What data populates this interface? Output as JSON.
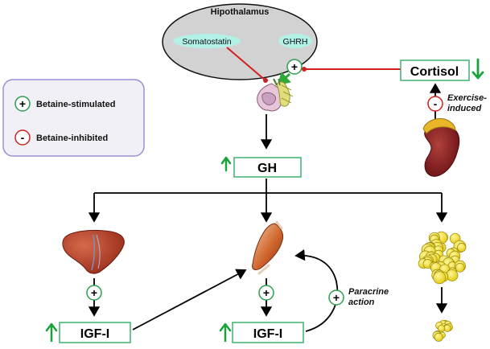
{
  "hypothalamus": {
    "title": "Hipothalamus",
    "left_hormone": "Somatostatin",
    "right_hormone": "GHRH"
  },
  "legend": {
    "stimulated_symbol": "+",
    "stimulated_label": "Betaine-stimulated",
    "inhibited_symbol": "-",
    "inhibited_label": "Betaine-inhibited"
  },
  "nodes": {
    "gh": "GH",
    "cortisol": "Cortisol",
    "igf_left": "IGF-I",
    "igf_middle": "IGF-I"
  },
  "annotations": {
    "exercise_line1": "Exercise-",
    "exercise_line2": "induced",
    "paracrine_line1": "Paracrine",
    "paracrine_line2": "action"
  },
  "symbols": {
    "plus": "+",
    "minus": "-"
  },
  "colors": {
    "up_arrow": "#1aa33a",
    "down_arrow": "#1aa33a",
    "box_border": "#3cb371",
    "circle_plus": "#2e9e50",
    "circle_minus": "#d22020",
    "inhibit_line": "#d22020",
    "hormone_oval": "#b3f0e6",
    "hypothalamus_fill": "#d2d2d2",
    "legend_border": "#9b8fd6",
    "legend_fill": "#f0f0f6"
  }
}
